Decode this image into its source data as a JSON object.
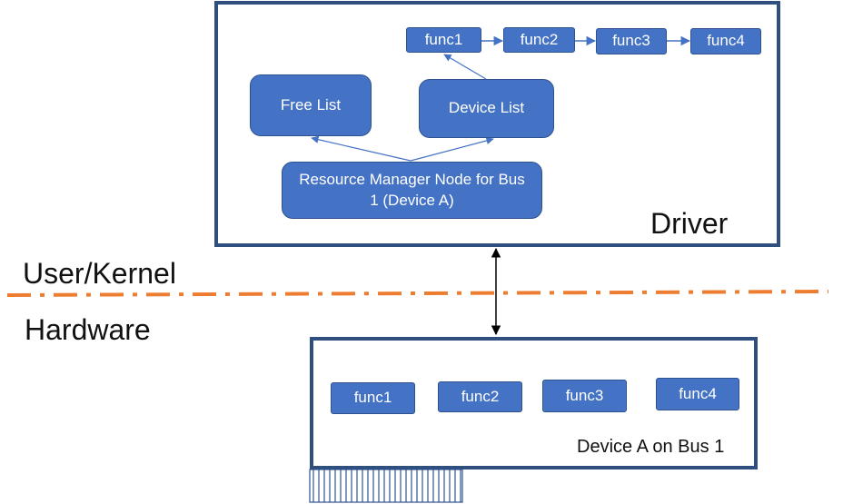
{
  "driver": {
    "label": "Driver",
    "func_chain": [
      "func1",
      "func2",
      "func3",
      "func4"
    ],
    "free_list": "Free List",
    "device_list": "Device List",
    "resource_manager": "Resource Manager Node for Bus 1 (Device A)"
  },
  "boundary": {
    "upper_label": "User/Kernel",
    "lower_label": "Hardware",
    "line_color": "#ed7d31"
  },
  "device": {
    "label": "Device A on Bus 1",
    "funcs": [
      "func1",
      "func2",
      "func3",
      "func4"
    ]
  },
  "colors": {
    "node_fill": "#4472c4",
    "frame_border": "#2f4f7f"
  }
}
